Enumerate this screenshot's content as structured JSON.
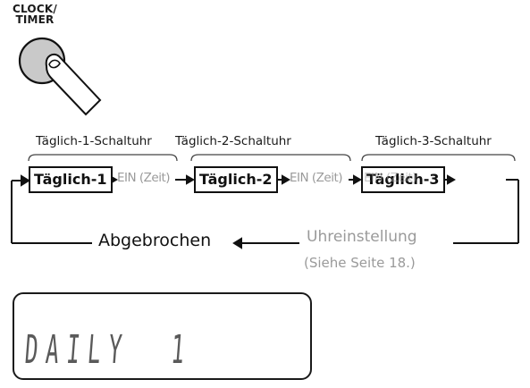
{
  "button": {
    "label_line1": "CLOCK/",
    "label_line2": "TIMER"
  },
  "schaltuhr_labels": [
    "Täglich-1-Schaltuhr",
    "Täglich-2-Schaltuhr",
    "Täglich-3-Schaltuhr"
  ],
  "steps": [
    "Täglich-1",
    "Täglich-2",
    "Täglich-3"
  ],
  "ein_label": "EIN (Zeit)",
  "ein_partial": "EIN (Zeit)",
  "return_path": {
    "abgebrochen": "Abgebrochen",
    "uhreinstellung": "Uhreinstellung",
    "siehe": "(Siehe Seite 18.)"
  },
  "lcd": {
    "text": "DAILY  1"
  },
  "colors": {
    "ink": "#111111",
    "muted": "#9a9a9a",
    "button_fill": "#c9c9c9"
  }
}
